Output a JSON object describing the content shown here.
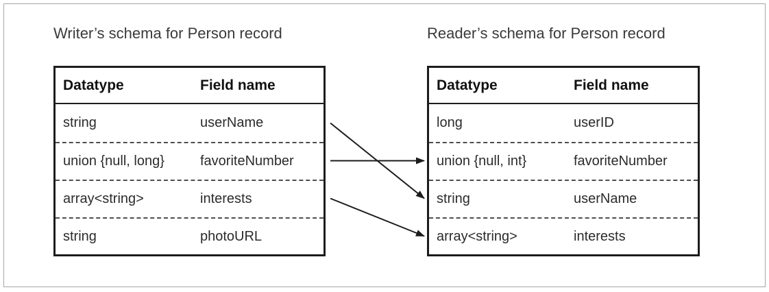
{
  "writer_table": {
    "title": "Writer’s schema for Person record",
    "headers": [
      "Datatype",
      "Field name"
    ],
    "rows": [
      {
        "datatype": "string",
        "field": "userName"
      },
      {
        "datatype": "union {null, long}",
        "field": "favoriteNumber"
      },
      {
        "datatype": "array<string>",
        "field": "interests"
      },
      {
        "datatype": "string",
        "field": "photoURL"
      }
    ]
  },
  "reader_table": {
    "title": "Reader’s schema for Person record",
    "headers": [
      "Datatype",
      "Field name"
    ],
    "rows": [
      {
        "datatype": "long",
        "field": "userID"
      },
      {
        "datatype": "union {null, int}",
        "field": "favoriteNumber"
      },
      {
        "datatype": "string",
        "field": "userName"
      },
      {
        "datatype": "array<string>",
        "field": "interests"
      }
    ]
  },
  "arrows": [
    {
      "from_field": "userName",
      "to_field": "userName"
    },
    {
      "from_field": "favoriteNumber",
      "to_field": "favoriteNumber"
    },
    {
      "from_field": "interests",
      "to_field": "interests"
    }
  ],
  "colors": {
    "table_border": "#1c1c1c",
    "outer_frame": "#a6a6a6",
    "text": "#2b2b2b",
    "arrow": "#1c1c1c"
  }
}
